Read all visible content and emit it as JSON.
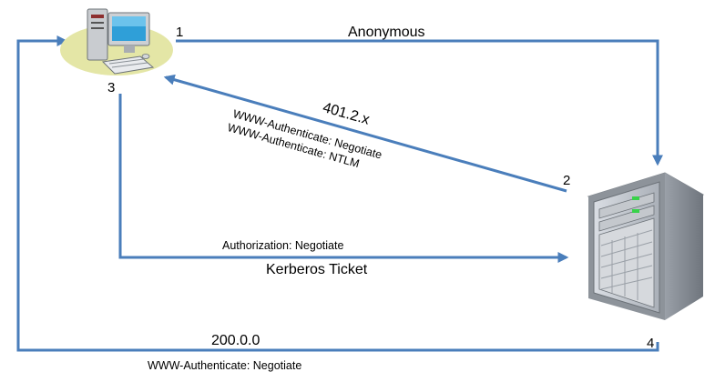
{
  "steps": {
    "s1": "1",
    "s2": "2",
    "s3": "3",
    "s4": "4"
  },
  "labels": {
    "anonymous": "Anonymous",
    "status_401": "401.2.x",
    "www_auth_negotiate": "WWW-Authenticate: Negotiate",
    "www_auth_ntlm": "WWW-Authenticate: NTLM",
    "authorization_negotiate": "Authorization: Negotiate",
    "kerberos_ticket": "Kerberos Ticket",
    "status_200": "200.0.0",
    "www_auth_negotiate_final": "WWW-Authenticate: Negotiate"
  },
  "colors": {
    "arrow": "#4a7ebb"
  },
  "icons": {
    "client": "desktop-computer-icon",
    "server": "server-tower-icon"
  }
}
